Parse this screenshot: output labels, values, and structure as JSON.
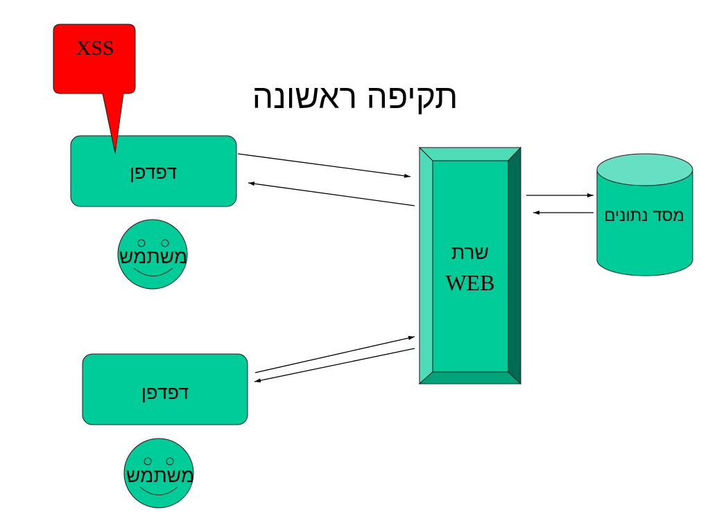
{
  "slide": {
    "title": "תקיפה ראשונה"
  },
  "callout": {
    "label": "XSS"
  },
  "browsers": [
    {
      "label": "דפדפן"
    },
    {
      "label": "דפדפן"
    }
  ],
  "users": [
    {
      "label": "משתמש",
      "icon": "smiley-face-icon"
    },
    {
      "label": "משתמש",
      "icon": "smiley-face-icon"
    }
  ],
  "web_server": {
    "label_line1": "שרת",
    "label_line2": "WEB"
  },
  "database": {
    "label": "מסד נתונים",
    "icon": "database-cylinder-icon"
  },
  "colors": {
    "background": "#FFFFFF",
    "shape_fill": "#00CC99",
    "callout_fill": "#FF0000",
    "bevel_light": "#4DDBB8",
    "bevel_dark": "#006B52",
    "bevel_bottom": "#00A37A",
    "cylinder_top": "#66E0C2"
  }
}
